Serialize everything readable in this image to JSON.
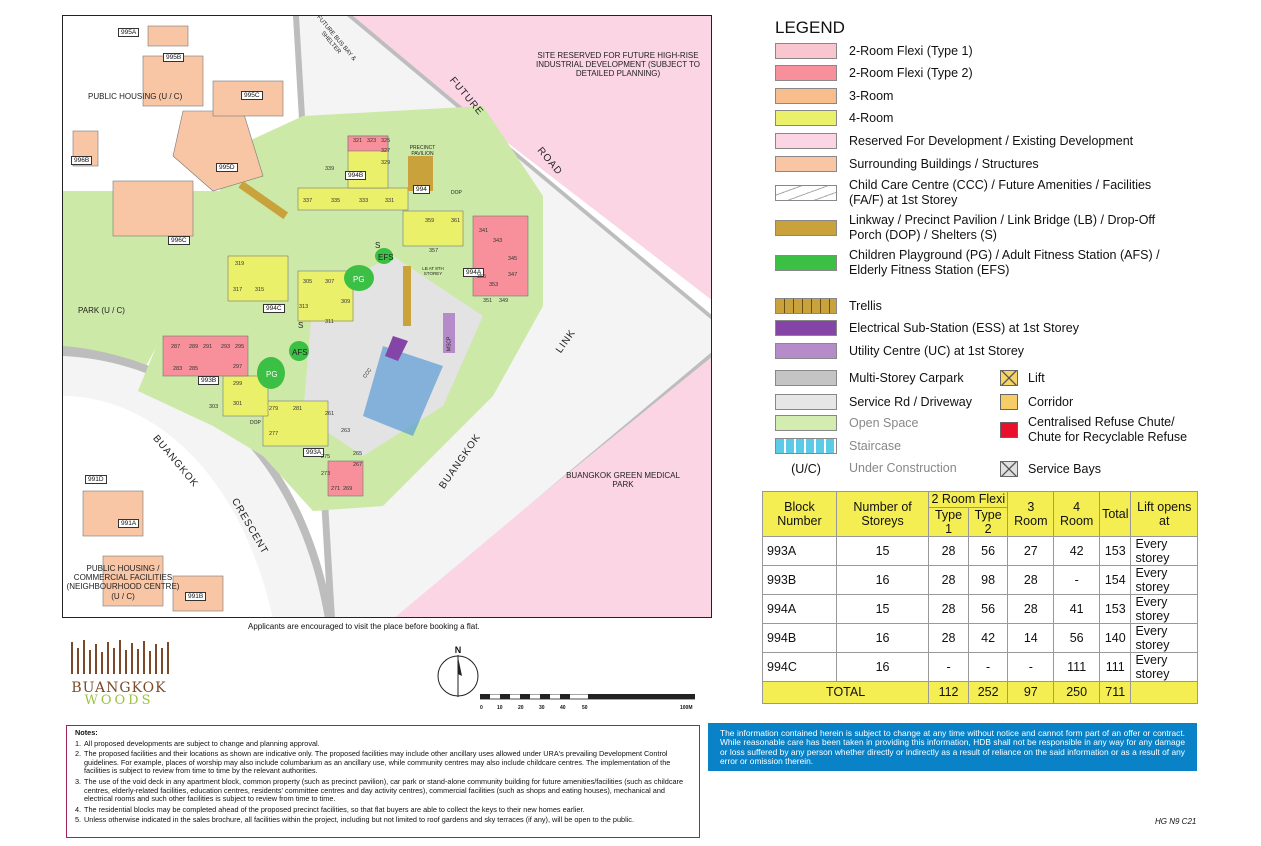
{
  "map": {
    "regions": {
      "public_housing": "PUBLIC HOUSING (U / C)",
      "site_reserved": "SITE RESERVED FOR FUTURE HIGH-RISE INDUSTRIAL DEVELOPMENT (SUBJECT TO DETAILED PLANNING)",
      "park": "PARK (U / C)",
      "medical_park": "BUANGKOK GREEN MEDICAL PARK",
      "neighbourhood": "PUBLIC HOUSING / COMMERCIAL FACILITIES (NEIGHBOURHOOD CENTRE) (U / C)",
      "bus_bay": "FUTURE BUS BAY & SHELTER"
    },
    "roads": {
      "future": "FUTURE",
      "road": "ROAD",
      "link": "LINK",
      "buangkok": "BUANGKOK",
      "buangkok2": "BUANGKOK",
      "crescent": "CRESCENT"
    },
    "surrounding_blocks": [
      "995A",
      "995B",
      "995C",
      "995D",
      "996B",
      "996C",
      "991D",
      "991A",
      "991B"
    ],
    "site_blocks": [
      "994B",
      "994",
      "994A",
      "994C",
      "993B",
      "993A"
    ],
    "facility_labels": {
      "pg1": "PG",
      "pg2": "PG",
      "afs": "AFS",
      "efs": "EFS",
      "s1": "S",
      "s2": "S",
      "pavilion": "PRECINCT PAVILION",
      "dop": "DOP",
      "dop2": "DOP",
      "ccc": "CCC",
      "msc": "MSCP",
      "lb": "LB AT 8TH STOREY"
    },
    "units": [
      "321",
      "323",
      "325",
      "327",
      "329",
      "339",
      "337",
      "335",
      "333",
      "331",
      "359",
      "361",
      "341",
      "343",
      "345",
      "347",
      "349",
      "351",
      "353",
      "355",
      "357",
      "305",
      "307",
      "309",
      "311",
      "313",
      "315",
      "317",
      "319",
      "287",
      "289",
      "291",
      "293",
      "295",
      "297",
      "299",
      "283",
      "285",
      "301",
      "303",
      "279",
      "281",
      "277",
      "261",
      "263",
      "265",
      "267",
      "269",
      "271",
      "273",
      "275"
    ],
    "footer_note": "Applicants are encouraged to visit the place before booking a flat."
  },
  "logo": {
    "line1": "BUANGKOK",
    "line2": "WOODS"
  },
  "compass": {
    "north": "N"
  },
  "scale": {
    "ticks": [
      "0",
      "10",
      "20",
      "30",
      "40",
      "50",
      "100M"
    ]
  },
  "legend": {
    "title": "LEGEND",
    "items": [
      {
        "label": "2-Room Flexi (Type 1)",
        "color": "#f9c6cf"
      },
      {
        "label": "2-Room Flexi (Type 2)",
        "color": "#f7909a"
      },
      {
        "label": "3-Room",
        "color": "#f7bd8c"
      },
      {
        "label": "4-Room",
        "color": "#eaf06a"
      },
      {
        "label": "Reserved For Development / Existing Development",
        "color": "#fbd5e4"
      },
      {
        "label": "Surrounding Buildings / Structures",
        "color": "#f8c5a5"
      },
      {
        "label": "Child Care Centre (CCC) / Future Amenities / Facilities (FA/F) at 1st Storey",
        "color": "#ffffff"
      },
      {
        "label": "Linkway / Precinct Pavilion / Link Bridge (LB) / Drop-Off Porch (DOP) / Shelters (S)",
        "color": "#c9a23b"
      },
      {
        "label": "Children Playground (PG) / Adult Fitness Station (AFS) / Elderly Fitness Station (EFS)",
        "color": "#3cbf45"
      },
      {
        "label": "Trellis",
        "color": "#c9a23b"
      },
      {
        "label": "Electrical Sub-Station (ESS) at 1st Storey",
        "color": "#8445a7"
      },
      {
        "label": "Utility Centre (UC) at 1st Storey",
        "color": "#b58bc9"
      },
      {
        "label": "Multi-Storey Carpark",
        "color": "#c4c4c4"
      },
      {
        "label": "Service Rd / Driveway",
        "color": "#e6e6e6"
      },
      {
        "label": "Open Space",
        "color": "#d3ecb0"
      },
      {
        "label": "Staircase",
        "color": "#5bcbe8"
      },
      {
        "label": "Under Construction",
        "symbol": "(U/C)"
      }
    ],
    "side_items": [
      {
        "label": "Lift",
        "color": "#f6d365"
      },
      {
        "label": "Corridor",
        "color": "#f6cc66"
      },
      {
        "label": "Centralised Refuse Chute/ Chute for Recyclable Refuse",
        "color": "#e8102b"
      },
      {
        "label": "Service Bays",
        "color": "#e0e0e0"
      }
    ]
  },
  "table": {
    "headers": {
      "block": "Block Number",
      "storeys": "Number of Storeys",
      "flexi": "2 Room Flexi",
      "type1": "Type 1",
      "type2": "Type 2",
      "room3": "3 Room",
      "room4": "4 Room",
      "total": "Total",
      "lift": "Lift opens at"
    },
    "rows": [
      [
        "993A",
        "15",
        "28",
        "56",
        "27",
        "42",
        "153",
        "Every storey"
      ],
      [
        "993B",
        "16",
        "28",
        "98",
        "28",
        "-",
        "154",
        "Every storey"
      ],
      [
        "994A",
        "15",
        "28",
        "56",
        "28",
        "41",
        "153",
        "Every storey"
      ],
      [
        "994B",
        "16",
        "28",
        "42",
        "14",
        "56",
        "140",
        "Every storey"
      ],
      [
        "994C",
        "16",
        "-",
        "-",
        "-",
        "111",
        "111",
        "Every storey"
      ]
    ],
    "total": [
      "TOTAL",
      "112",
      "252",
      "97",
      "250",
      "711"
    ]
  },
  "notes": {
    "title": "Notes:",
    "items": [
      "All proposed developments are subject to change and planning approval.",
      "The proposed facilities and their locations as shown are indicative only. The proposed facilities may include other ancillary uses allowed under URA's prevailing Development Control guidelines. For example, places of worship may also include columbarium as an ancillary use, while community centres may also include childcare centres. The implementation of the facilities is subject to review from time to time by the relevant authorities.",
      "The use of the void deck in any apartment block, common property (such as precinct pavilion), car park or stand-alone community building for future amenities/facilities (such as childcare centres, elderly-related facilities, education centres, residents' committee centres and day activity centres), commercial facilities (such as shops and eating houses), mechanical and electrical rooms and such other facilities is subject to review from time to time.",
      "The residential blocks may be completed ahead of the proposed precinct facilities, so that flat buyers are able to collect the keys to their new homes earlier.",
      "Unless otherwise indicated in the sales brochure, all facilities within the project, including but not limited to roof gardens and sky terraces (if any), will be open to the public."
    ]
  },
  "disclaimer": "The information contained herein is subject to change at any time without notice and cannot form part of an offer or contract. While reasonable care has been taken in providing this information, HDB shall not be responsible in any way for any damage or loss suffered by any person whether directly or indirectly as a result of reliance on the said information or as a result of any error or omission therein.",
  "code": "HG N9 C21"
}
